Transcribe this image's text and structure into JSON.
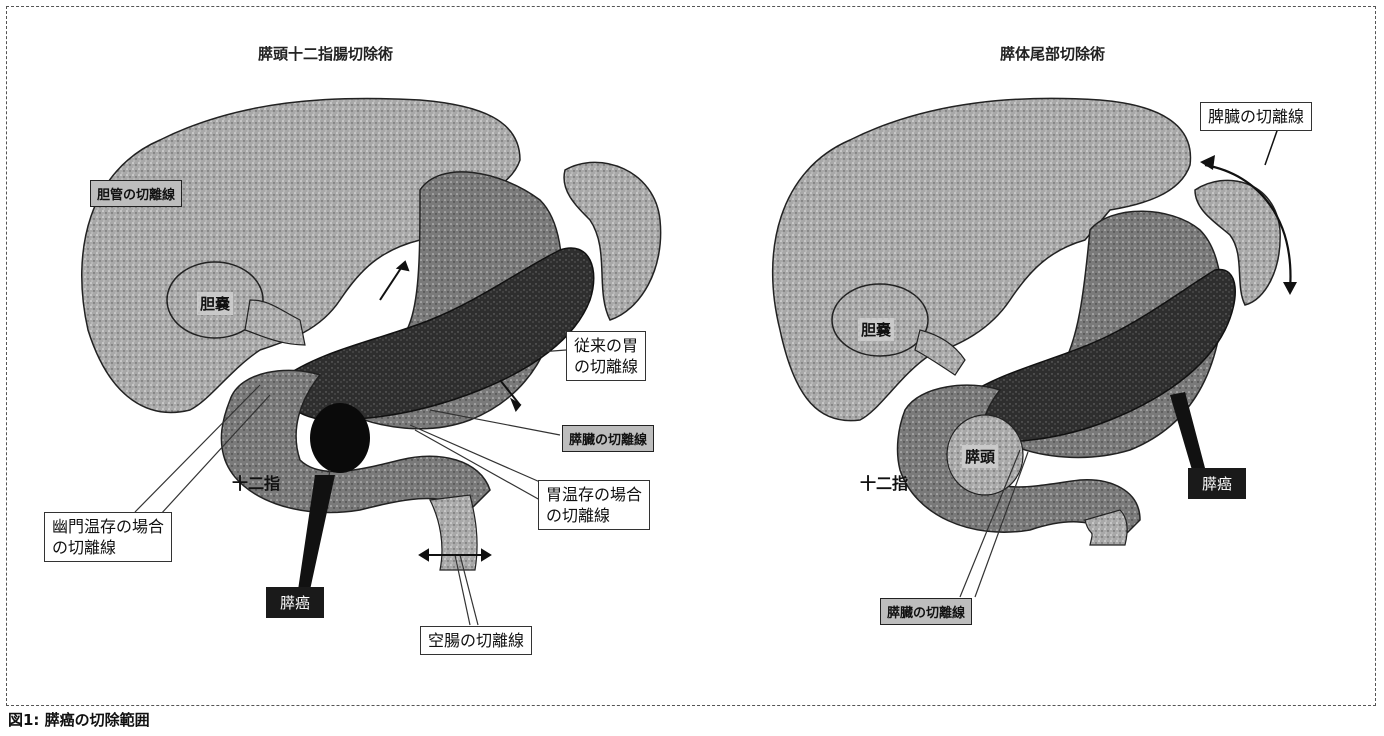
{
  "figure": {
    "caption": "図1: 膵癌の切除範囲",
    "left_panel": {
      "title": "膵頭十二指腸切除術",
      "labels": {
        "gallbladder_resection": "胆管の切離線",
        "gallbladder": "胆嚢",
        "duodenum": "十二指",
        "stomach_conventional": "従来の胃\nの切離線",
        "pancreas_cut": "膵臓の切離線",
        "stomach_preserved": "胃温存の場合\nの切離線",
        "pylorus_preserved": "幽門温存の場合\nの切離線",
        "cancer": "膵癌",
        "jejunum_cut": "空腸の切離線"
      }
    },
    "right_panel": {
      "title": "膵体尾部切除術",
      "labels": {
        "spleen_cut": "脾臓の切離線",
        "gallbladder": "胆嚢",
        "duodenum": "十二指",
        "pancreas_head": "膵頭",
        "cancer": "膵癌",
        "pancreas_cut": "膵臓の切離線"
      }
    }
  }
}
